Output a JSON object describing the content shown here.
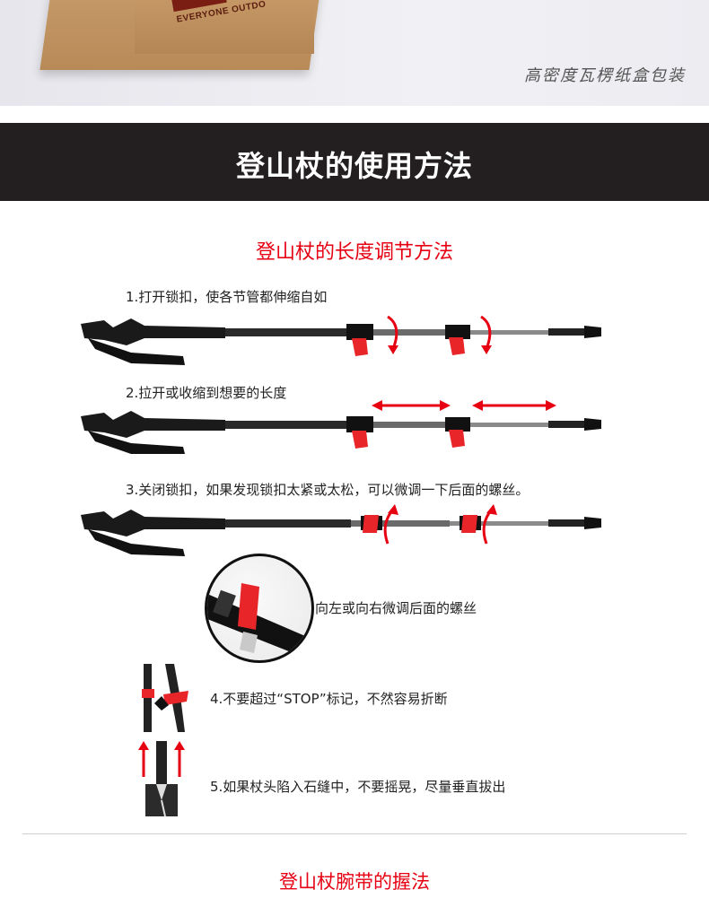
{
  "header": {
    "box_brand": "EVERYONE OUTDO",
    "packaging_caption": "高密度瓦楞纸盒包装"
  },
  "banner": {
    "title": "登山杖的使用方法"
  },
  "adjust_section": {
    "title": "登山杖的长度调节方法",
    "steps": [
      {
        "label": "1.打开锁扣，使各节管都伸缩自如"
      },
      {
        "label": "2.拉开或收缩到想要的长度"
      },
      {
        "label": "3.关闭锁扣，如果发现锁扣太紧或太松，可以微调一下后面的螺丝。"
      },
      {
        "label": "向左或向右微调后面的螺丝"
      },
      {
        "label": "4.不要超过“STOP”标记，不然容易折断"
      },
      {
        "label": "5.如果杖头陷入石缝中，不要摇晃，尽量垂直拔出"
      }
    ]
  },
  "strap_section": {
    "title": "登山杖腕带的握法"
  },
  "colors": {
    "accent_red": "#e60012",
    "banner_bg": "#231f20",
    "pole_dark": "#1a1a1a"
  },
  "icons": [
    "rotate-arrow-icon",
    "double-arrow-icon",
    "up-arrow-icon",
    "stop-mark-icon"
  ]
}
